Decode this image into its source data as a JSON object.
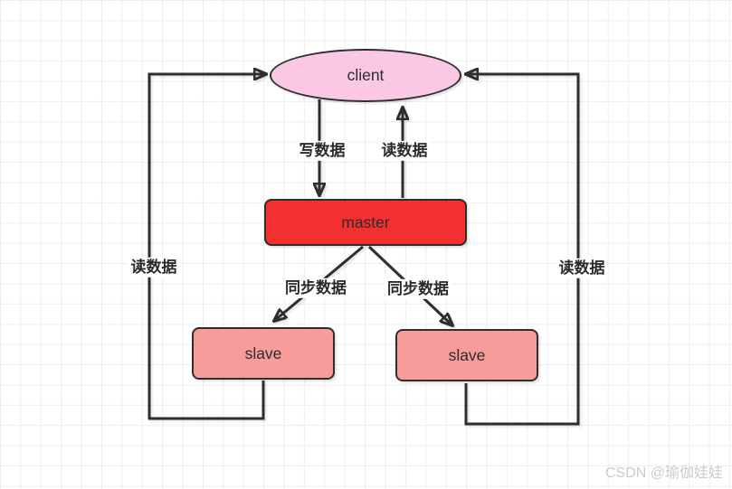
{
  "diagram": {
    "nodes": {
      "client": {
        "label": "client",
        "fill": "#fac7e5"
      },
      "master": {
        "label": "master",
        "fill": "#f32f2f"
      },
      "slave_left": {
        "label": "slave",
        "fill": "#f89b9b"
      },
      "slave_right": {
        "label": "slave",
        "fill": "#f89b9b"
      }
    },
    "edge_labels": {
      "write": "写数据",
      "read_top": "读数据",
      "sync_left": "同步数据",
      "sync_right": "同步数据",
      "read_left": "读数据",
      "read_right": "读数据"
    },
    "stroke_color": "#2e2e2e",
    "grid_color": "#ededee"
  },
  "watermark": {
    "text": "CSDN @瑜伽娃娃",
    "color": "#cbcbcb"
  }
}
